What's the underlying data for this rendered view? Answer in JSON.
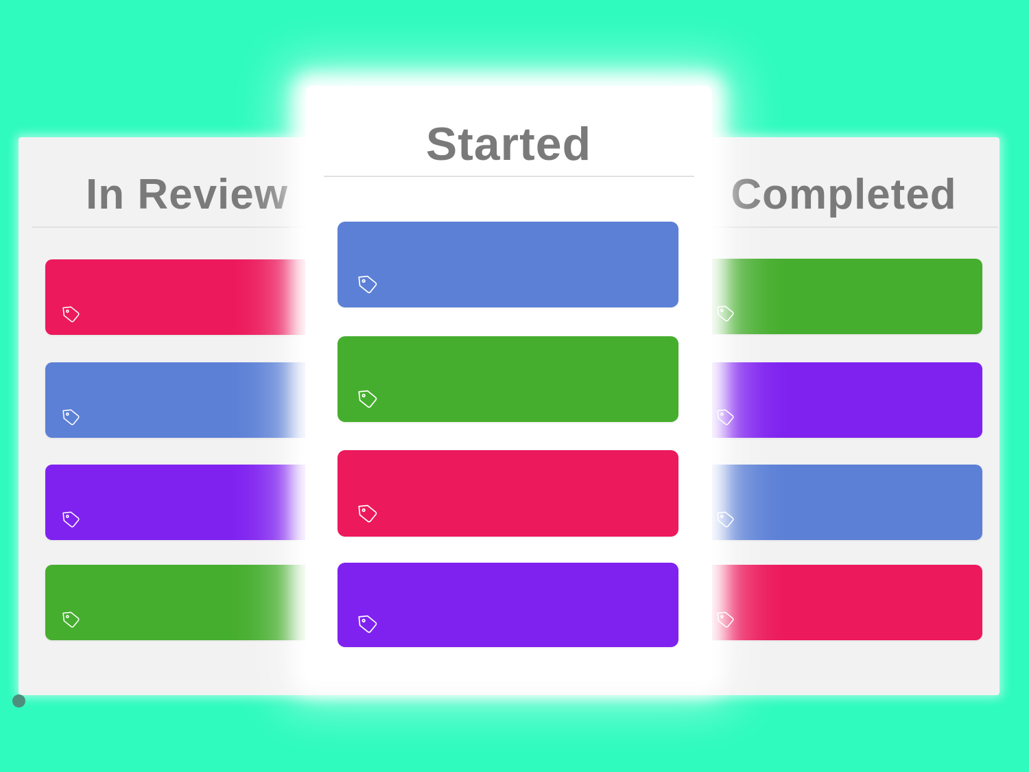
{
  "page": {
    "background": "#2FFBBF",
    "board_background": "#F3F2F3",
    "panel_background": "#FFFFFF",
    "header_color": "#7A7A7A",
    "divider_color": "#E2E1E2",
    "dot_color": "#4E8E7D"
  },
  "board": {
    "columns": [
      {
        "title": "In Review",
        "cards": [
          {
            "label": "",
            "color": "#EC195C",
            "icon": "tag-icon"
          },
          {
            "label": "",
            "color": "#5C80D6",
            "icon": "tag-icon"
          },
          {
            "label": "",
            "color": "#7F22F0",
            "icon": "tag-icon"
          },
          {
            "label": "",
            "color": "#46AE2E",
            "icon": "tag-icon"
          }
        ]
      },
      {
        "title": "Started",
        "cards": [
          {
            "label": "",
            "color": "#5C80D6",
            "icon": "tag-icon"
          },
          {
            "label": "",
            "color": "#46AE2E",
            "icon": "tag-icon"
          },
          {
            "label": "",
            "color": "#EC195C",
            "icon": "tag-icon"
          },
          {
            "label": "",
            "color": "#7F22F0",
            "icon": "tag-icon"
          }
        ]
      },
      {
        "title": "Completed",
        "cards": [
          {
            "label": "",
            "color": "#46AE2E",
            "icon": "tag-icon"
          },
          {
            "label": "",
            "color": "#7F22F0",
            "icon": "tag-icon"
          },
          {
            "label": "",
            "color": "#5C80D6",
            "icon": "tag-icon"
          },
          {
            "label": "",
            "color": "#EC195C",
            "icon": "tag-icon"
          }
        ]
      }
    ]
  }
}
